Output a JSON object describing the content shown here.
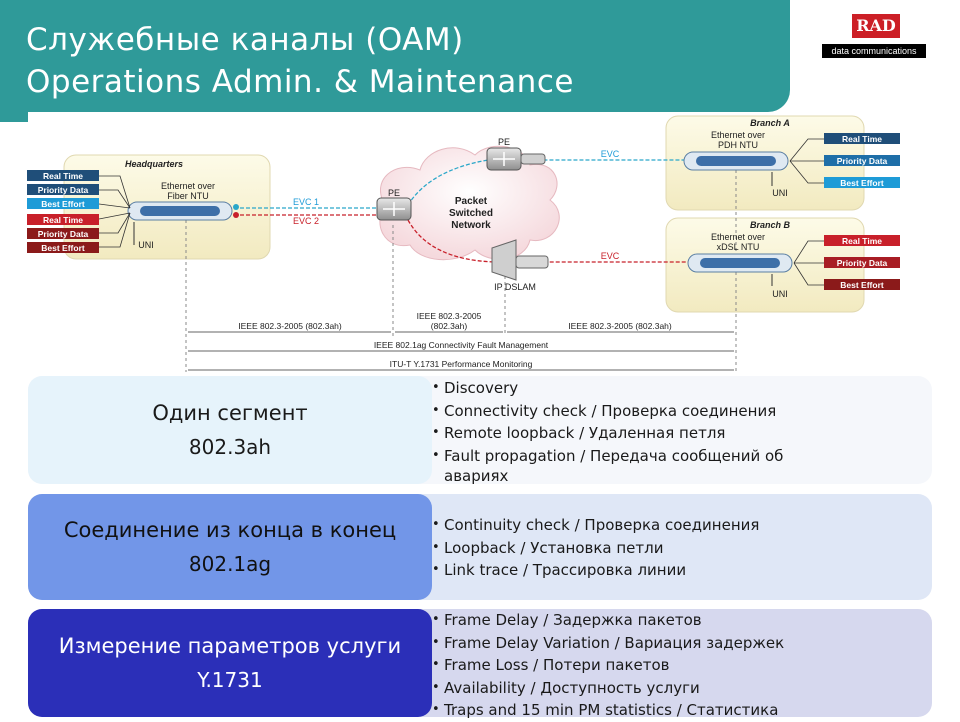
{
  "header": {
    "title_line1": "Служебные каналы (OAM)",
    "title_line2": "Operations Admin. & Maintenance",
    "logo_text": "RAD",
    "logo_sub": "data communications"
  },
  "diagram": {
    "hq": {
      "title": "Headquarters",
      "device": [
        "Ethernet over",
        "Fiber NTU"
      ],
      "services": [
        "Real Time",
        "Priority Data",
        "Best Effort",
        "Real Time",
        "Priority Data",
        "Best Effort"
      ],
      "uni": "UNI"
    },
    "branch_a": {
      "title": "Branch A",
      "device": [
        "Ethernet over",
        "PDH NTU"
      ],
      "services": [
        "Real Time",
        "Priority Data",
        "Best Effort"
      ],
      "uni": "UNI"
    },
    "branch_b": {
      "title": "Branch B",
      "device": [
        "Ethernet over",
        "xDSL NTU"
      ],
      "services": [
        "Real Time",
        "Priority Data",
        "Best Effort"
      ],
      "uni": "UNI"
    },
    "pe_left": "PE",
    "pe_top": "PE",
    "cloud": [
      "Packet",
      "Switched",
      "Network"
    ],
    "dslam": "IP DSLAM",
    "evc1": "EVC 1",
    "evc2": "EVC 2",
    "evc_a": "EVC",
    "evc_b": "EVC",
    "std_left": "IEEE 802.3-2005 (802.3ah)",
    "std_mid": [
      "IEEE 802.3-2005",
      "(802.3ah)"
    ],
    "std_right": "IEEE 802.3-2005 (802.3ah)",
    "cfm": "IEEE 802.1ag Connectivity Fault Management",
    "pm": "ITU-T Y.1731 Performance Monitoring"
  },
  "segments": [
    {
      "title": "Один сегмент",
      "subtitle": "802.3ah",
      "bullets": [
        "Discovery",
        "Connectivity check / Проверка соединения",
        "Remote loopback / Удаленная петля",
        "Fault propagation / Передача сообщений об",
        "авариях"
      ]
    },
    {
      "title": "Соединение из конца в конец",
      "subtitle": "802.1ag",
      "bullets": [
        "Continuity check / Проверка соединения",
        "Loopback / Установка петли",
        "Link trace / Трассировка линии"
      ]
    },
    {
      "title": "Измерение параметров услуги",
      "subtitle": "Y.1731",
      "bullets": [
        "Frame Delay / Задержка пакетов",
        "Frame Delay Variation / Вариация задержек",
        "Frame Loss / Потери пакетов",
        "Availability / Доступность услуги",
        "Traps and 15 min PM statistics / Статистика"
      ]
    }
  ],
  "colors": {
    "header": "#2f9a99",
    "service_navy": "#1f4e79",
    "service_light": "#1e9bd7",
    "service_red": "#c8202a",
    "service_darkred": "#8b1a1a",
    "seg1_left": "#e6f3fb",
    "seg2_left": "#7296e8",
    "seg3_left": "#2b2fb8"
  }
}
